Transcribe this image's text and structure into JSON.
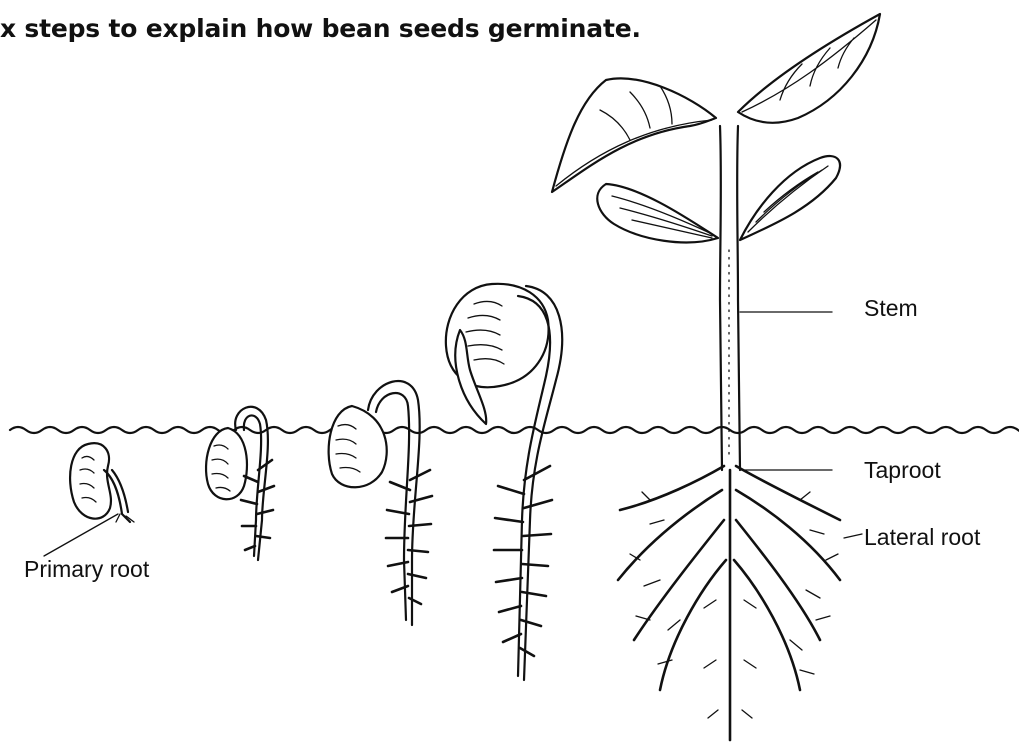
{
  "heading": "x steps to explain how bean seeds germinate.",
  "labels": {
    "primary_root": "Primary root",
    "stem": "Stem",
    "taproot": "Taproot",
    "lateral_root": "Lateral root"
  }
}
